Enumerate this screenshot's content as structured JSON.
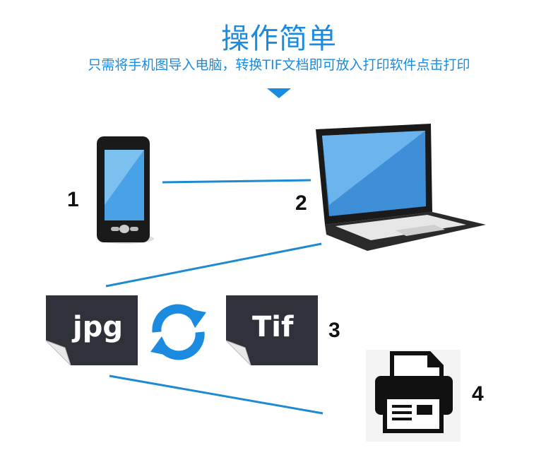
{
  "header": {
    "title": "操作简单",
    "subtitle": "只需将手机图导入电脑，转换TIF文档即可放入打印软件点击打印"
  },
  "steps": [
    {
      "number": "1",
      "device": "phone"
    },
    {
      "number": "2",
      "device": "laptop"
    },
    {
      "number": "3",
      "device": "tif-file",
      "label": "Tif",
      "source_label": "jpg"
    },
    {
      "number": "4",
      "device": "printer"
    }
  ],
  "colors": {
    "accent": "#1b8be0",
    "tile": "#2f323a",
    "line": "#1e8ad0"
  }
}
